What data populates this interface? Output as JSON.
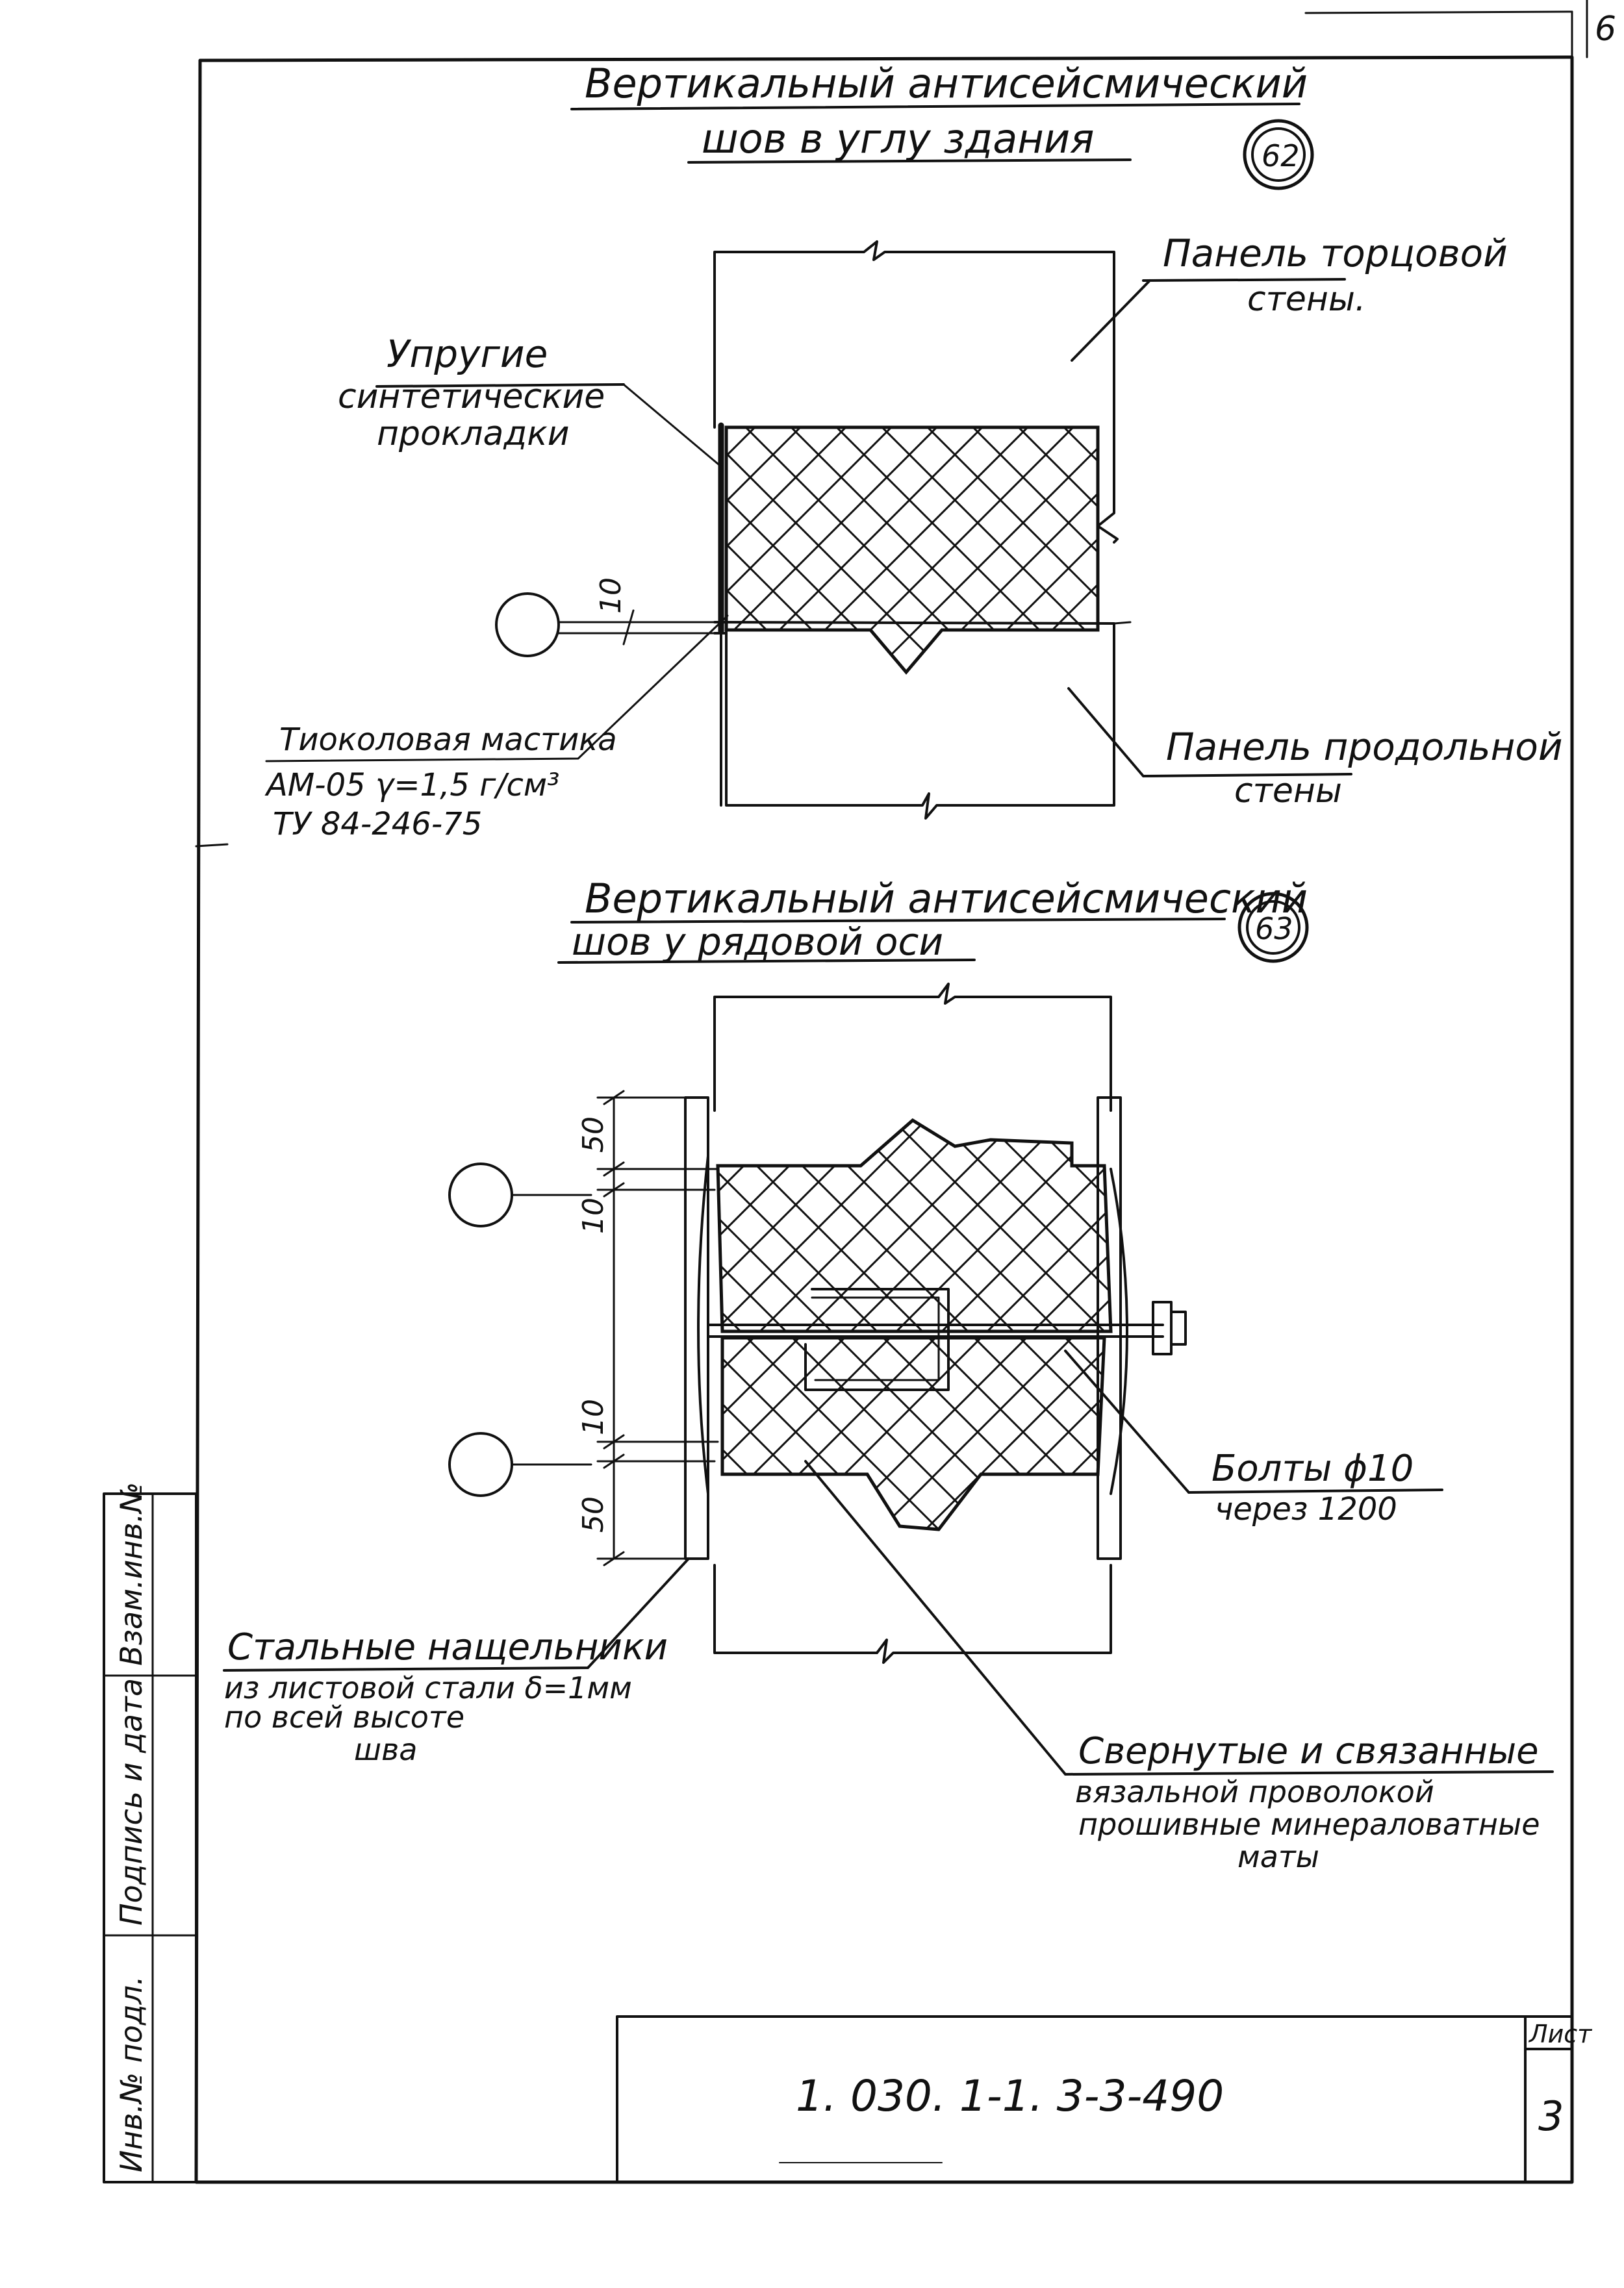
{
  "sheet": {
    "corner_mark": "6",
    "stamp": {
      "code": "1. 030. 1-1. 3-3-490",
      "sheet_label": "Лист",
      "sheet_number": "3"
    },
    "side_columns": [
      "Инв.№ подл.",
      "Подпись и дата",
      "Взам.инв.№"
    ]
  },
  "detail_62": {
    "title_line1": "Вертикальный антисейсмический",
    "title_line2": "шов в углу здания",
    "marker": "62",
    "labels": {
      "end_panel_1": "Панель торцовой",
      "end_panel_2": "стены.",
      "gasket_1": "Упругие",
      "gasket_2": "синтетические",
      "gasket_3": "прокладки",
      "sealant_1": "Тиоколовая мастика",
      "sealant_2": "АМ-05 γ=1,5 г/см³",
      "sealant_3": "ТУ 84-246-75",
      "long_panel_1": "Панель продольной",
      "long_panel_2": "стены"
    },
    "dimensions": {
      "gap": "10"
    }
  },
  "detail_63": {
    "title_line1": "Вертикальный антисейсмический",
    "title_line2": "шов у рядовой оси",
    "marker": "63",
    "labels": {
      "bolts_1": "Болты ϕ10",
      "bolts_2": "через 1200",
      "plates_1": "Стальные нащельники",
      "plates_2": "из листовой стали δ=1мм",
      "plates_3": "по всей высоте",
      "plates_4": "шва",
      "mats_1": "Свернутые и связанные",
      "mats_2": "вязальной проволокой",
      "mats_3": "прошивные минераловатные",
      "mats_4": "маты"
    },
    "dimensions": {
      "top_50": "50",
      "top_10": "10",
      "bottom_10": "10",
      "bottom_50": "50"
    }
  }
}
